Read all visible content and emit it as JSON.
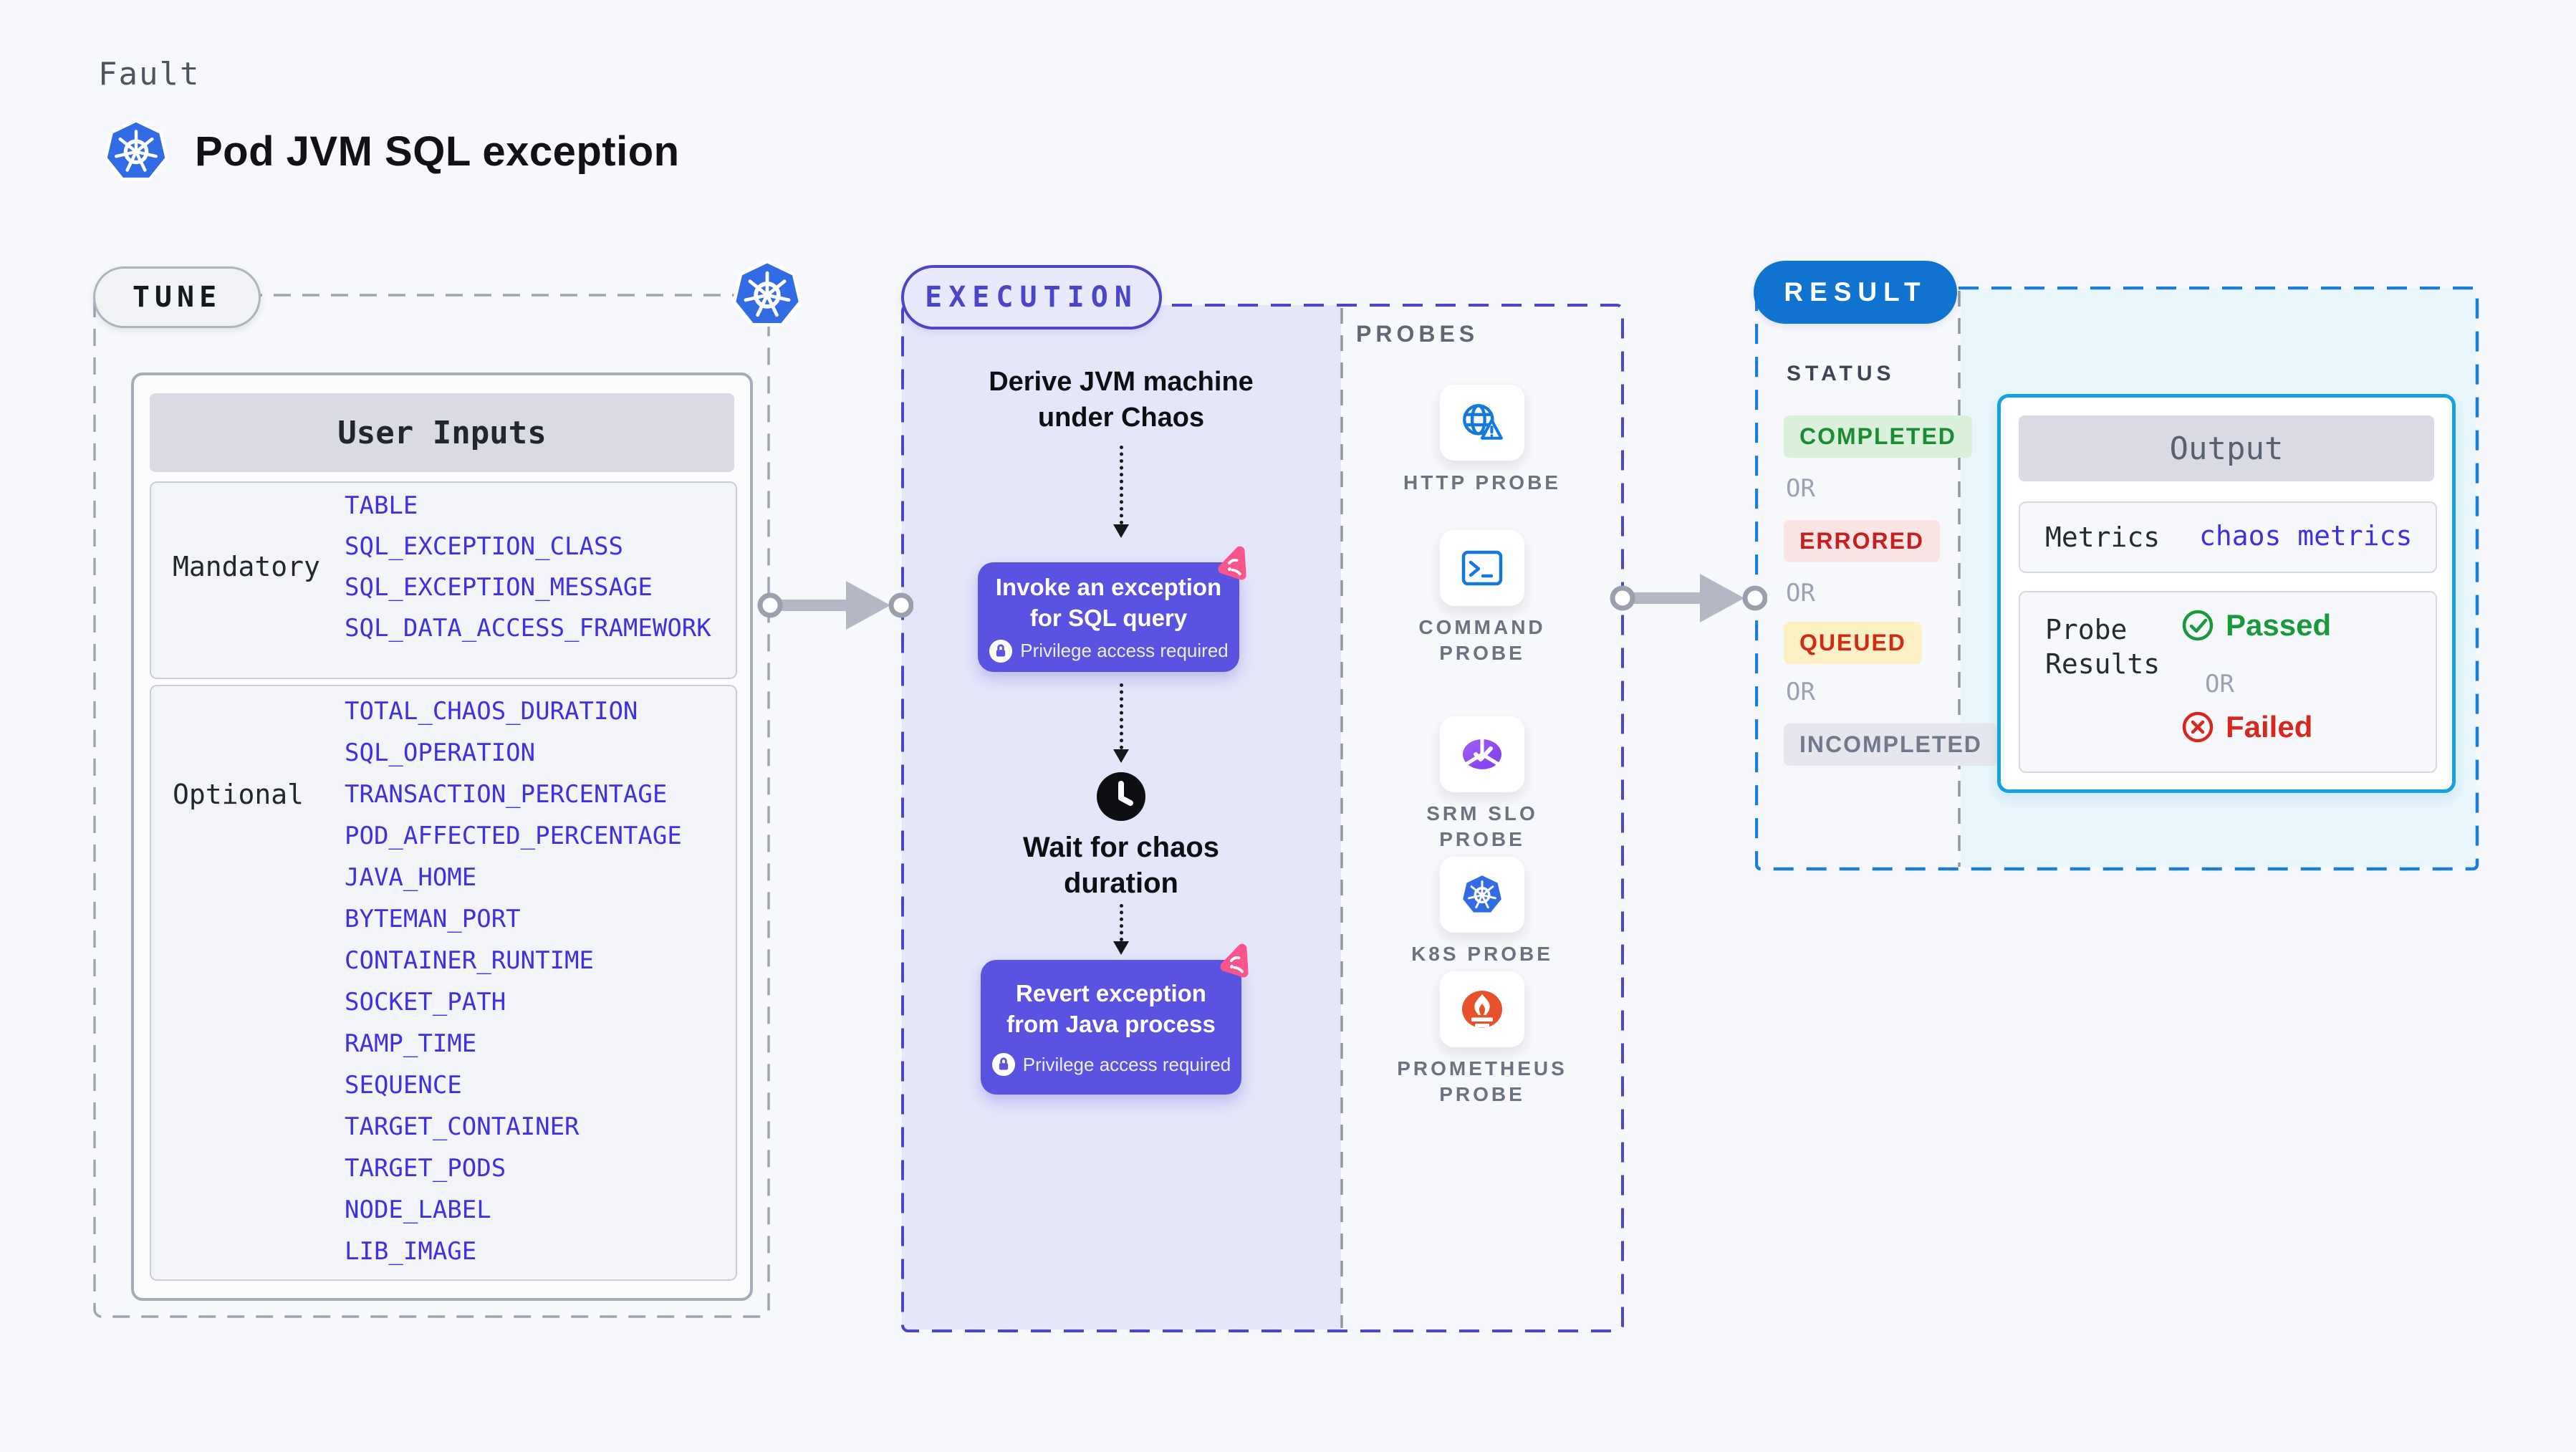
{
  "header": {
    "kicker": "Fault",
    "title": "Pod JVM SQL exception"
  },
  "tune": {
    "pill": "TUNE",
    "table_title": "User Inputs",
    "groups": [
      {
        "label": "Mandatory",
        "items": [
          "TABLE",
          "SQL_EXCEPTION_CLASS",
          "SQL_EXCEPTION_MESSAGE",
          "SQL_DATA_ACCESS_FRAMEWORK"
        ]
      },
      {
        "label": "Optional",
        "items": [
          "TOTAL_CHAOS_DURATION",
          "SQL_OPERATION",
          "TRANSACTION_PERCENTAGE",
          "POD_AFFECTED_PERCENTAGE",
          "JAVA_HOME",
          "BYTEMAN_PORT",
          "CONTAINER_RUNTIME",
          "SOCKET_PATH",
          "RAMP_TIME",
          "SEQUENCE",
          "TARGET_CONTAINER",
          "TARGET_PODS",
          "NODE_LABEL",
          "LIB_IMAGE"
        ]
      }
    ]
  },
  "execution": {
    "pill": "EXECUTION",
    "derive": {
      "line1": "Derive JVM machine",
      "line2": "under Chaos"
    },
    "invoke": {
      "line1": "Invoke an exception",
      "line2": "for SQL query",
      "privilege": "Privilege access required"
    },
    "wait": {
      "line1": "Wait for chaos",
      "line2": "duration"
    },
    "revert": {
      "line1": "Revert exception",
      "line2": "from Java process",
      "privilege": "Privilege access required"
    }
  },
  "probes": {
    "label": "PROBES",
    "items": [
      {
        "name": "HTTP PROBE",
        "icon": "globe-warning-icon",
        "lines": [
          "HTTP PROBE"
        ]
      },
      {
        "name": "COMMAND PROBE",
        "icon": "terminal-icon",
        "lines": [
          "COMMAND",
          "PROBE"
        ]
      },
      {
        "name": "SRM SLO PROBE",
        "icon": "slo-donut-check-icon",
        "lines": [
          "SRM SLO",
          "PROBE"
        ]
      },
      {
        "name": "K8S PROBE",
        "icon": "kubernetes-icon",
        "lines": [
          "K8S PROBE"
        ]
      },
      {
        "name": "PROMETHEUS PROBE",
        "icon": "prometheus-flame-icon",
        "lines": [
          "PROMETHEUS",
          "PROBE"
        ]
      }
    ]
  },
  "result": {
    "pill": "RESULT",
    "status_label": "STATUS",
    "or": "OR",
    "statuses": [
      {
        "label": "COMPLETED",
        "bg": "#d9f1da",
        "fg": "#1d8a34"
      },
      {
        "label": "ERRORED",
        "bg": "#fbe4e4",
        "fg": "#c42020"
      },
      {
        "label": "QUEUED",
        "bg": "#fdf0c5",
        "fg": "#cf2c15"
      },
      {
        "label": "INCOMPLETED",
        "bg": "#e6e6ef",
        "fg": "#717a8c"
      }
    ],
    "output": {
      "title": "Output",
      "metrics_label": "Metrics",
      "metrics_value": "chaos metrics",
      "probe_results_label": "Probe Results",
      "passed": "Passed",
      "or": "OR",
      "failed": "Failed"
    }
  },
  "colors": {
    "page_bg": "#f7f8fb",
    "accent_indigo": "#4b45c9",
    "node_indigo": "#5a52e0",
    "param_blue": "#3e31e0",
    "lavender_bg": "#e6e6fb",
    "result_pill_blue": "#1173d0",
    "result_dash_blue": "#1b7fd8",
    "output_border_cyan": "#14a3e0",
    "output_bg_cyan": "#e9f6fc",
    "k8s_blue": "#326ce5",
    "chaos_pink": "#f9548c",
    "prometheus_orange": "#e6522c",
    "probe_icon_blue": "#1478dc",
    "passed_green": "#189a3c",
    "failed_red": "#d6281c",
    "arrow_gray": "#b4b8c4",
    "tune_dash_gray": "#a0a5b1"
  }
}
